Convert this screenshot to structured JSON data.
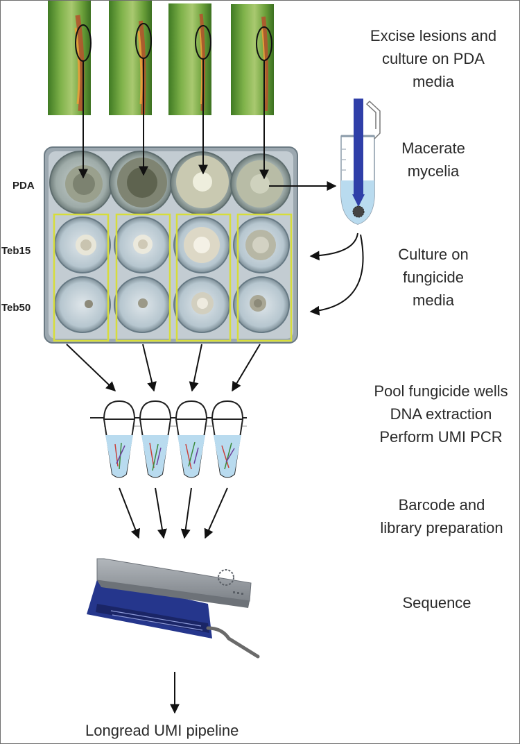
{
  "steps": {
    "excise": [
      "Excise lesions and",
      "culture on PDA",
      "media"
    ],
    "macerate": [
      "Macerate",
      "mycelia"
    ],
    "culture_fungicide": [
      "Culture on",
      "fungicide",
      "media"
    ],
    "pool": [
      "Pool fungicide wells",
      "DNA extraction",
      "Perform UMI PCR"
    ],
    "barcode": [
      "Barcode and",
      "library preparation"
    ],
    "sequence": [
      "Sequence"
    ]
  },
  "row_labels": [
    "PDA",
    "Teb15",
    "Teb50"
  ],
  "final_step": "Longread UMI pipeline",
  "icons": [
    "leaf-lesion-photo",
    "multiwell-culture-plate",
    "homogenizer-tube-icon",
    "pcr-tube-icon",
    "nanopore-sequencer-icon"
  ],
  "colors": {
    "arrow": "#111111",
    "highlight_box": "#d7dd3a",
    "leaf_green": "#5f9a33",
    "lesion": "#b5512b",
    "pestle_blue": "#2f3fa8",
    "liquid": "#b9dbef",
    "sequencer_blue": "#25368c"
  }
}
